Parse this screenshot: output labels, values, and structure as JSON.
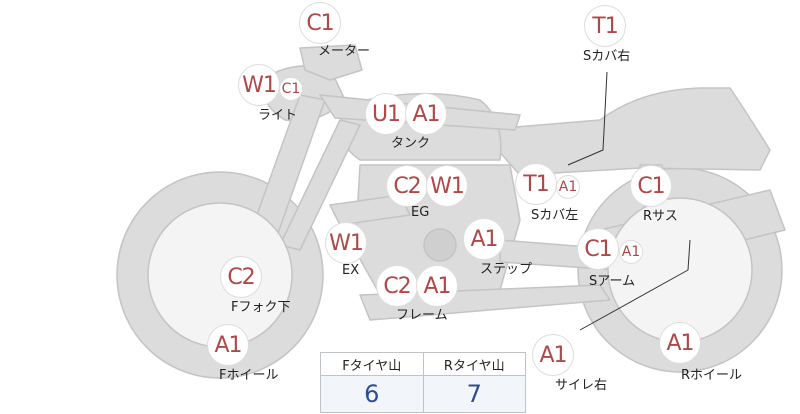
{
  "parts": {
    "meter": {
      "label": "メーター",
      "grades": [
        "C1"
      ]
    },
    "light": {
      "label": "ライト",
      "grades": [
        "W1",
        "C1"
      ]
    },
    "tank": {
      "label": "タンク",
      "grades": [
        "U1",
        "A1"
      ]
    },
    "eg": {
      "label": "EG",
      "grades": [
        "C2",
        "W1"
      ]
    },
    "ex": {
      "label": "EX",
      "grades": [
        "W1"
      ]
    },
    "ffork": {
      "label": "Fフォク下",
      "grades": [
        "C2"
      ]
    },
    "frame": {
      "label": "フレーム",
      "grades": [
        "C2",
        "A1"
      ]
    },
    "step": {
      "label": "ステップ",
      "grades": [
        "A1"
      ]
    },
    "scovr": {
      "label": "Sカバ右",
      "grades": [
        "T1"
      ]
    },
    "scovl": {
      "label": "Sカバ左",
      "grades": [
        "T1",
        "A1"
      ]
    },
    "rsus": {
      "label": "Rサス",
      "grades": [
        "C1"
      ]
    },
    "sarm": {
      "label": "Sアーム",
      "grades": [
        "C1",
        "A1"
      ]
    },
    "fwheel": {
      "label": "Fホイール",
      "grades": [
        "A1"
      ]
    },
    "silr": {
      "label": "サイレ右",
      "grades": [
        "A1"
      ]
    },
    "rwheel": {
      "label": "Rホイール",
      "grades": [
        "A1"
      ]
    }
  },
  "tire_table": {
    "headers": [
      "Fタイヤ山",
      "Rタイヤ山"
    ],
    "values": [
      "6",
      "7"
    ]
  },
  "colors": {
    "grade_text": "#b04848",
    "bike_fill": "#dcdcdc",
    "tire_value": "#2f4d8f"
  }
}
